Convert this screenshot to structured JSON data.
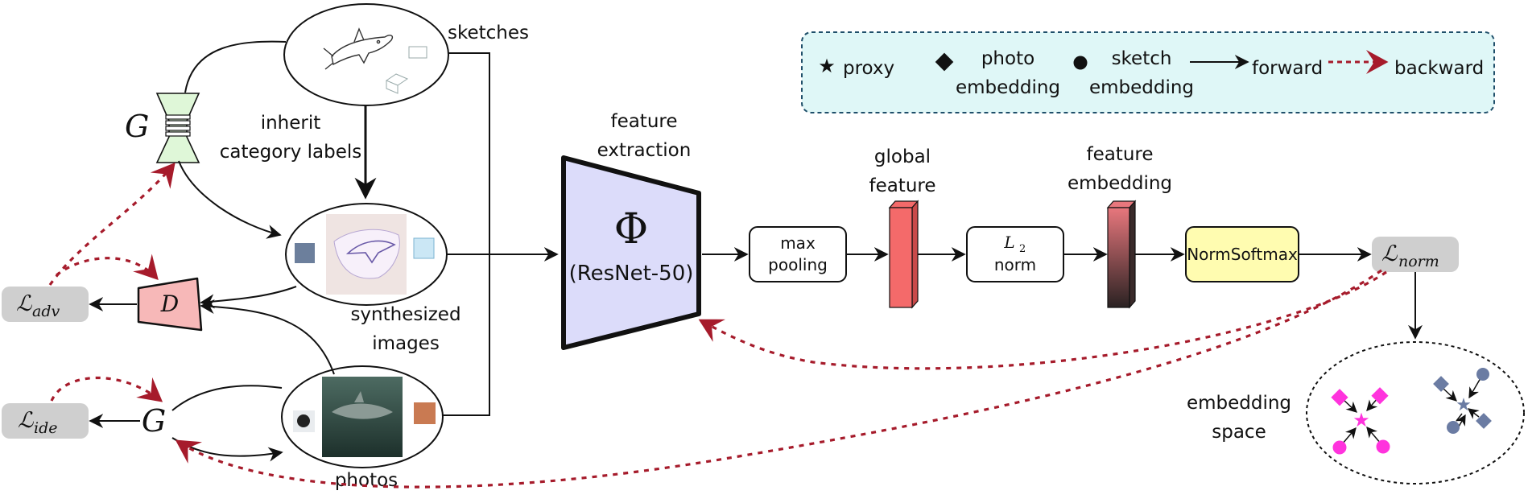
{
  "legend": {
    "proxy": "proxy",
    "photo": "photo",
    "embedding": "embedding",
    "sketch": "sketch",
    "forward": "forward",
    "backward": "backward"
  },
  "labels": {
    "sketches": "sketches",
    "inherit_line1": "inherit",
    "inherit_line2": "category labels",
    "synth_line1": "synthesized",
    "synth_line2": "images",
    "photos": "photos",
    "feature_extraction_line1": "feature",
    "feature_extraction_line2": "extraction",
    "global_feature_line1": "global",
    "global_feature_line2": "feature",
    "feature_embedding_line1": "feature",
    "feature_embedding_line2": "embedding",
    "embedding_space_line1": "embedding",
    "embedding_space_line2": "space"
  },
  "modules": {
    "phi_symbol": "Φ",
    "phi_name": "(ResNet-50)",
    "maxpool_line1": "max",
    "maxpool_line2": "pooling",
    "l2_symbol": "L",
    "l2_sub": "2",
    "l2_line2": "norm",
    "normsoftmax": "NormSoftmax",
    "generator": "G",
    "discriminator": "D"
  },
  "losses": {
    "symbol": "ℒ",
    "adv": "adv",
    "ide": "ide",
    "norm": "norm"
  },
  "colors": {
    "backward": "#a61b2b",
    "legend_bg": "#dff7f7",
    "phi_fill": "#dcdcfa",
    "normsoftmax_fill": "#fffcb0",
    "feature_bar": "#f46a6a",
    "disc_fill": "#f7b8b8",
    "gen_fill": "#dff7d8",
    "loss_fill": "#cfcfcf",
    "photo_embed": "#ff33dd",
    "sketch_embed": "#6b7ca3"
  }
}
